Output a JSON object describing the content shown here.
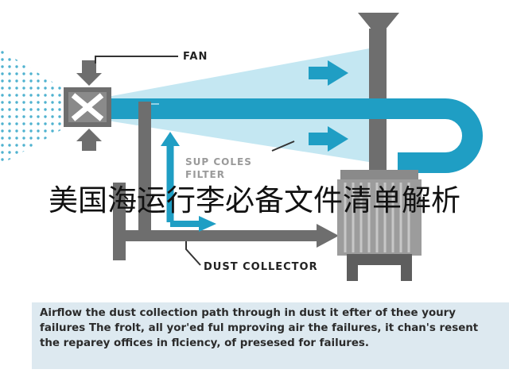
{
  "labels": {
    "fan": "FAN",
    "filter": "SUP COLES\nFILTER",
    "dust_collector": "DUST COLLECTOR"
  },
  "overlay_title": "美国海运行李必备文件清单解析",
  "caption": "Airflow the dust collection path through in dust it efter of thee youry failures The frolt, all yor'ed ful mproving air the failures, it chan's resent the reparey offices in flciency, of presesed for failures.",
  "colors": {
    "pipe_blue": "#1f9ec4",
    "airflow_light": "#bfe5f1",
    "gray_duct": "#6e6e6e",
    "caption_bg": "#dde9f0"
  },
  "icons": [
    "fan-icon",
    "arrow-icon"
  ]
}
